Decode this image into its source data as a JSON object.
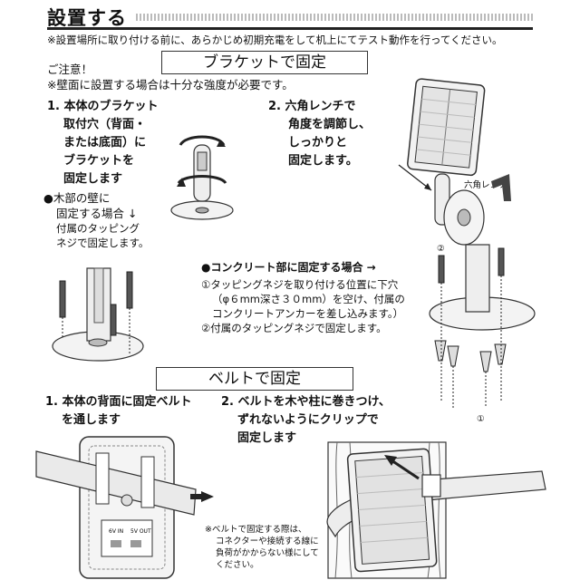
{
  "header": {
    "title": "設置する",
    "note": "※設置場所に取り付ける前に、あらかじめ初期充電をして机上にてテスト動作を行ってください。"
  },
  "bracket": {
    "heading": "ブラケットで固定",
    "caution_title": "ご注意！",
    "caution_text": "※壁面に設置する場合は十分な強度が必要です。",
    "step1_lines": [
      "1. 本体のブラケット",
      "取付穴（背面・",
      "または底面）に",
      "ブラケットを",
      "固定します"
    ],
    "step2_lines": [
      "2. 六角レンチで",
      "角度を調節し、",
      "しっかりと",
      "固定します。"
    ],
    "wrench_label": "六角レンチ",
    "wood_lines": [
      "●木部の壁に",
      "固定する場合 ↓",
      "付属のタッピング",
      "ネジで固定します。"
    ],
    "concrete_title": "●コンクリート部に固定する場合 →",
    "concrete_lines": [
      "①タッピングネジを取り付ける位置に下穴",
      "（φ６mm深さ３０mm）を空け、付属の",
      "コンクリートアンカーを差し込みます。）",
      "②付属のタッピングネジで固定します。"
    ],
    "marker_1": "①",
    "marker_2": "②"
  },
  "belt": {
    "heading": "ベルトで固定",
    "step1_lines": [
      "1. 本体の背面に固定ベルト",
      "を通します"
    ],
    "step2_lines": [
      "2. ベルトを木や柱に巻きつけ、",
      "ずれないようにクリップで",
      "固定します"
    ],
    "note_lines": [
      "※ベルトで固定する際は、",
      "コネクターや接続する線に",
      "負荷がかからない様にして",
      "ください。"
    ],
    "label_6v": "6V IN",
    "label_5v": "5V OUT"
  }
}
